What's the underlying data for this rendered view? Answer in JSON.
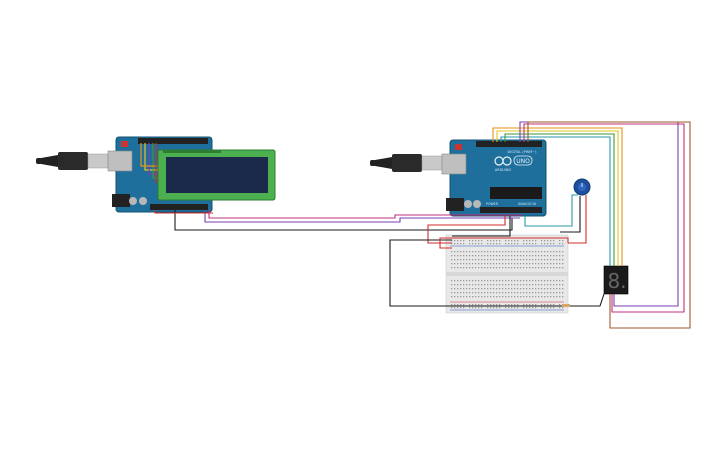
{
  "circuit": {
    "left_board": {
      "model_label": "",
      "lcd_text_line1": "",
      "lcd_text_line2": ""
    },
    "right_board": {
      "brand_label": "UNO",
      "model_label": "ARDUINO",
      "digital_header_label": "DIGITAL (PWM~)",
      "analog_header_label": "ANALOG IN",
      "power_header_label": "POWER"
    },
    "seven_segment": {
      "digit": "8."
    },
    "wire_colors": {
      "red": "#d42b2b",
      "black": "#1a1a1a",
      "purple": "#7a3fb5",
      "orange": "#e8921a",
      "yellow": "#e6c81e",
      "green": "#3a9a3a",
      "teal": "#2a9aa8",
      "pink": "#c4307a",
      "brown": "#9a5a2a",
      "blue": "#2a5ac0"
    },
    "board_color": "#1f6f9c",
    "lcd_bezel_color": "#4caf50",
    "lcd_screen_color": "#1b2a4a"
  }
}
